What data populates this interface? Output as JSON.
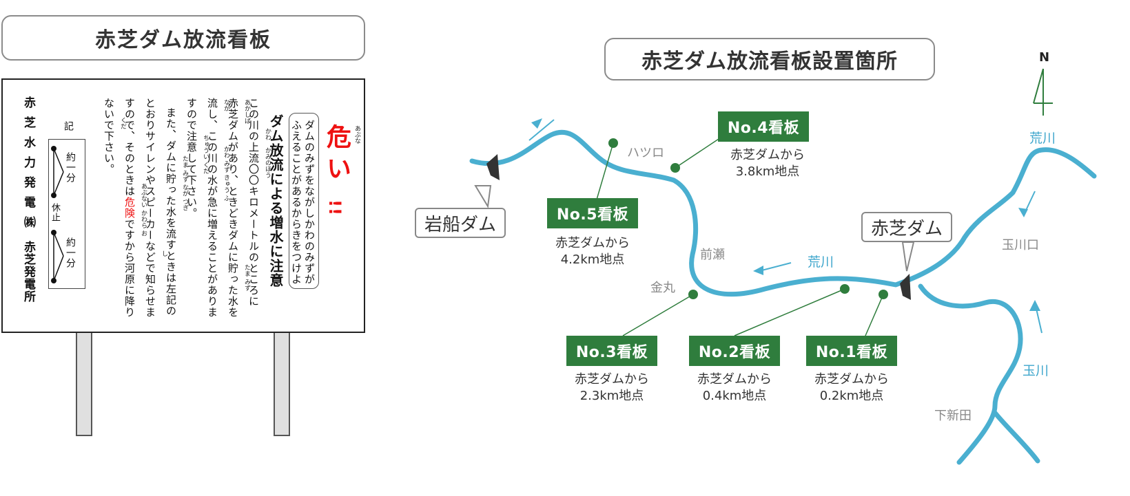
{
  "left_title": "赤芝ダム放流看板",
  "right_title": "赤芝ダム放流看板設置箇所",
  "board": {
    "danger_word": "危い",
    "danger_ruby": "あぶな",
    "danger_bang": "!!",
    "intro_line1": "ダムのみずをながしかわのみずが",
    "intro_line2": "ふえることがあるからきをつけよ",
    "headline": "ダム放流による増水に注意",
    "body_lines": [
      "この川の上流〇〇キロメートルのところに",
      "赤芝ダムがあり、ときどきダムに貯った水を",
      "流し、この川の水が急に増えることがありま",
      "すので注意して下さい。",
      "また、ダムに貯った水を流すときは左記の",
      "とおりサイレンやスピーカーなどで知らせま",
      "すので、そのときは危険ですから河原に降り",
      "ないで下さい。"
    ],
    "ruby_kawa": "かわ",
    "ruby_kaminohou": "かみのほう",
    "ruby_akashiba": "あかしば",
    "ruby_tama_mizu": "たま みず",
    "ruby_nagashi": "なが",
    "ruby_kawa_mizu_kyuu_fu": "かわ みず きゅう ふ",
    "ruby_chuui_kuda": "ちゅうい くだ",
    "ruby_tama_mizu_naga_tsugi": "たま みず なが つぎ",
    "ruby_shi": "し",
    "ruby_abunai_kawara_o": "あぶない かわら お",
    "ruby_kuda": "くだ",
    "notes_label": "記",
    "interval_1": "約一分",
    "rest_label": "休止",
    "interval_2": "約一分",
    "company": "赤芝水力発電㈱",
    "plant": "赤芝発電所"
  },
  "map": {
    "north": "N",
    "dams": {
      "iwafune": "岩船ダム",
      "akashiba": "赤芝ダム"
    },
    "rivers": {
      "arakawa_upper": "荒川",
      "arakawa_mid": "荒川",
      "tamagawa": "玉川"
    },
    "places": {
      "hatsuro": "ハツロ",
      "maese": "前瀬",
      "kanamaru": "金丸",
      "tamagawaguchi": "玉川口",
      "shimoniida": "下新田"
    },
    "signs": [
      {
        "label": "No.1看板",
        "desc_line1": "赤芝ダムから",
        "desc_line2": "0.2km地点"
      },
      {
        "label": "No.2看板",
        "desc_line1": "赤芝ダムから",
        "desc_line2": "0.4km地点"
      },
      {
        "label": "No.3看板",
        "desc_line1": "赤芝ダムから",
        "desc_line2": "2.3km地点"
      },
      {
        "label": "No.4看板",
        "desc_line1": "赤芝ダムから",
        "desc_line2": "3.8km地点"
      },
      {
        "label": "No.5看板",
        "desc_line1": "赤芝ダムから",
        "desc_line2": "4.2km地点"
      }
    ],
    "colors": {
      "river": "#4aafd0",
      "sign": "#2f7d3d",
      "marker": "#2f7d3d"
    }
  }
}
